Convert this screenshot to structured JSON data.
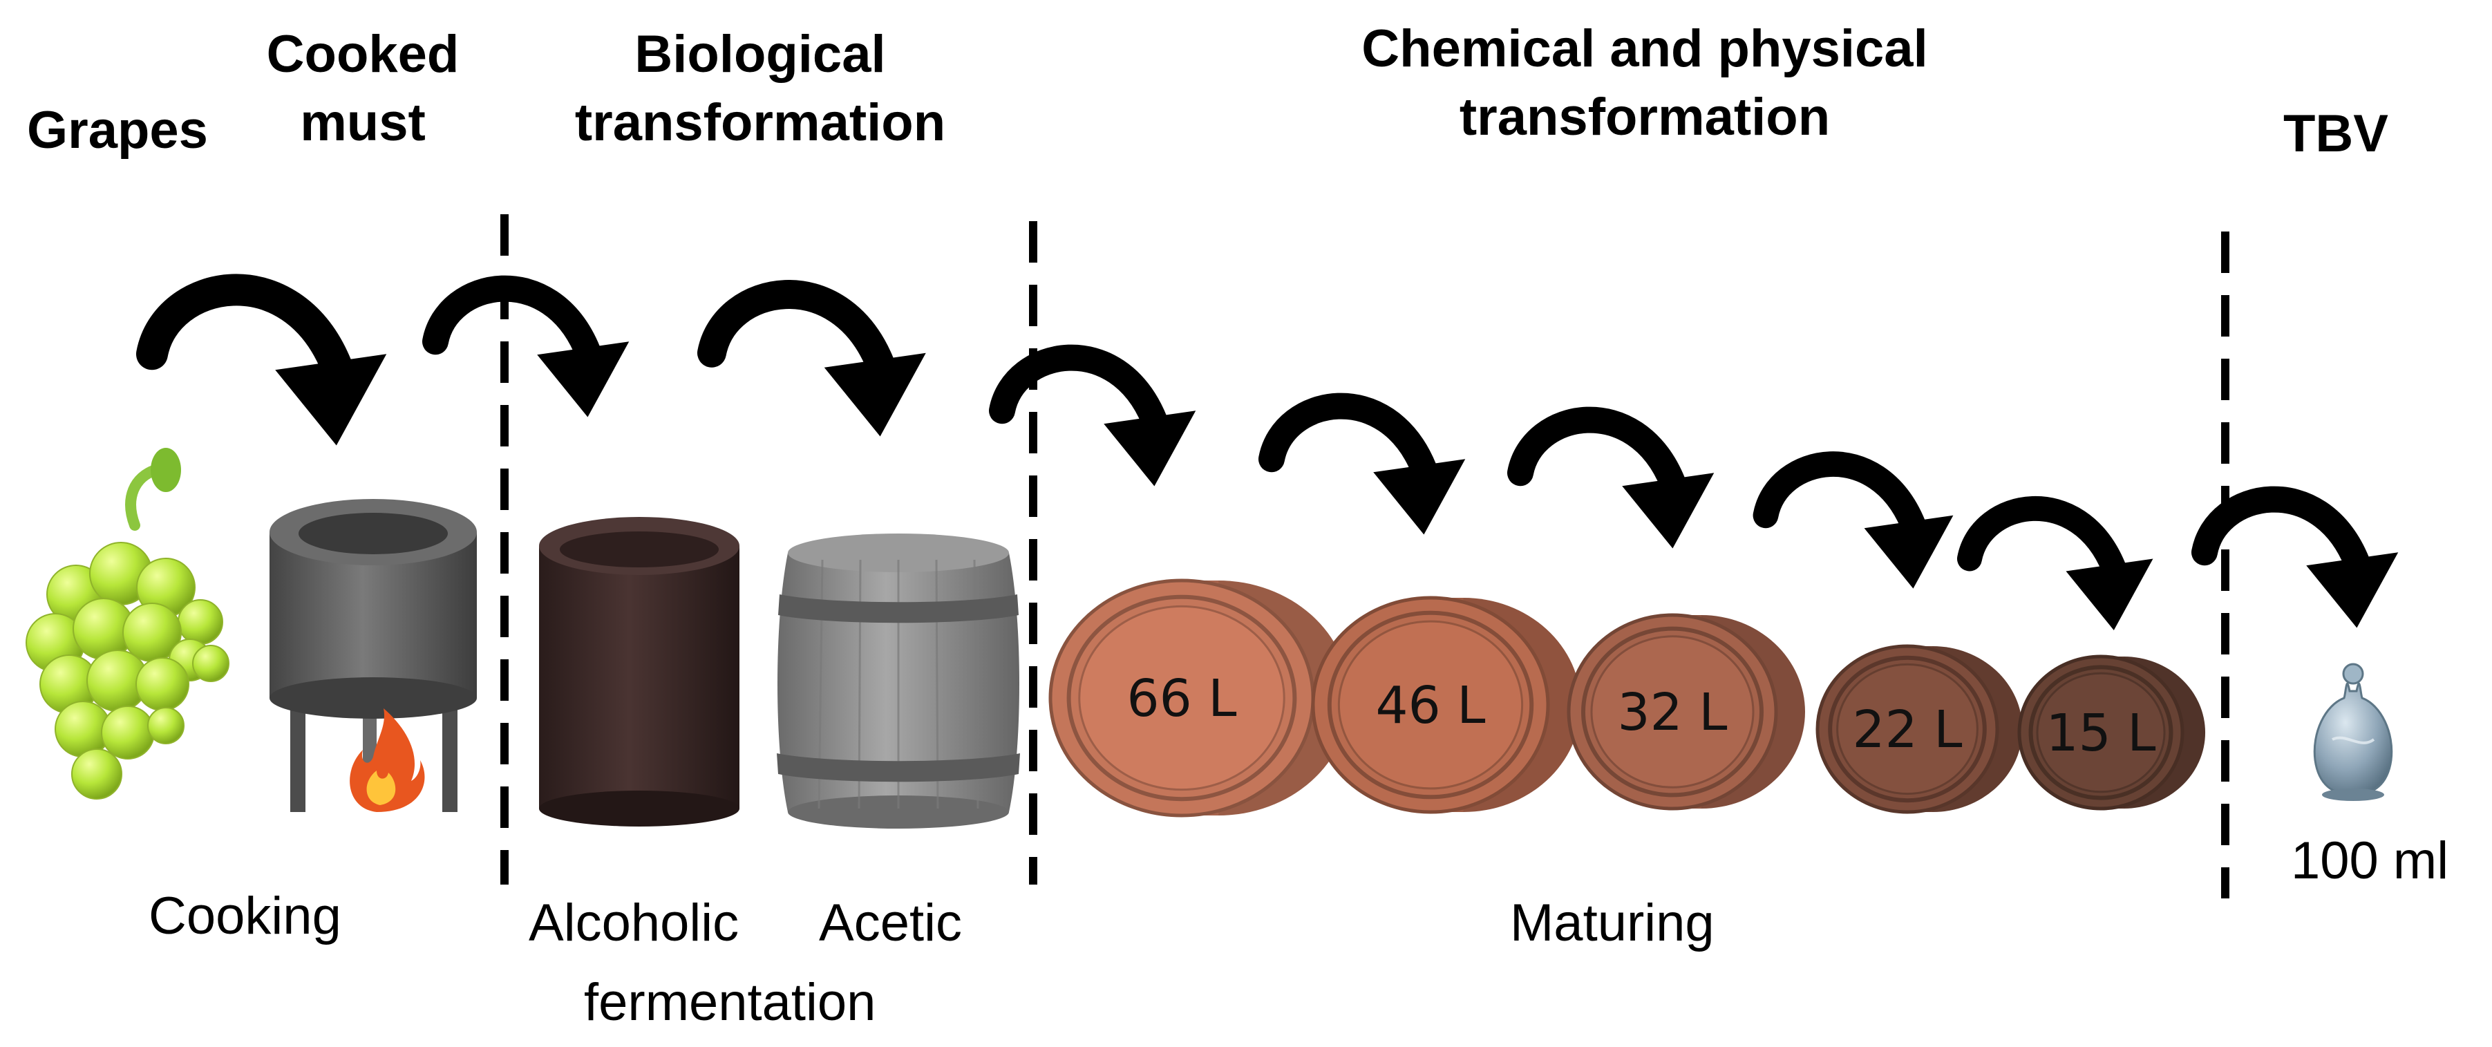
{
  "headers": {
    "grapes": "Grapes",
    "cooked_must": [
      "Cooked",
      "must"
    ],
    "biological": [
      "Biological",
      "transformation"
    ],
    "chemical": [
      "Chemical and physical",
      "transformation"
    ],
    "tbv": "TBV"
  },
  "processes": {
    "cooking": "Cooking",
    "alcoholic": "Alcoholic",
    "acetic": "Acetic",
    "fermentation": "fermentation",
    "maturing": "Maturing"
  },
  "barrels": [
    {
      "volume": "66 L",
      "color": "#c4765a"
    },
    {
      "volume": "46 L",
      "color": "#b86b4f"
    },
    {
      "volume": "32 L",
      "color": "#a4624b"
    },
    {
      "volume": "22 L",
      "color": "#7e4d3c"
    },
    {
      "volume": "15 L",
      "color": "#674234"
    }
  ],
  "final_product": "100 ml",
  "colors": {
    "grape": "#b7e63a",
    "cooker": "#5e5e5e",
    "fermenter": "#3c2a28",
    "acetic_barrel": "#8a8a8a",
    "flask": "#8fa6b8",
    "arrow": "#000000"
  },
  "icons": [
    "grapes-icon",
    "cooking-pot-icon",
    "fire-icon",
    "fermentation-vat-icon",
    "acetic-barrel-icon",
    "aging-barrel-icon",
    "decanter-icon",
    "curved-arrow-icon"
  ]
}
